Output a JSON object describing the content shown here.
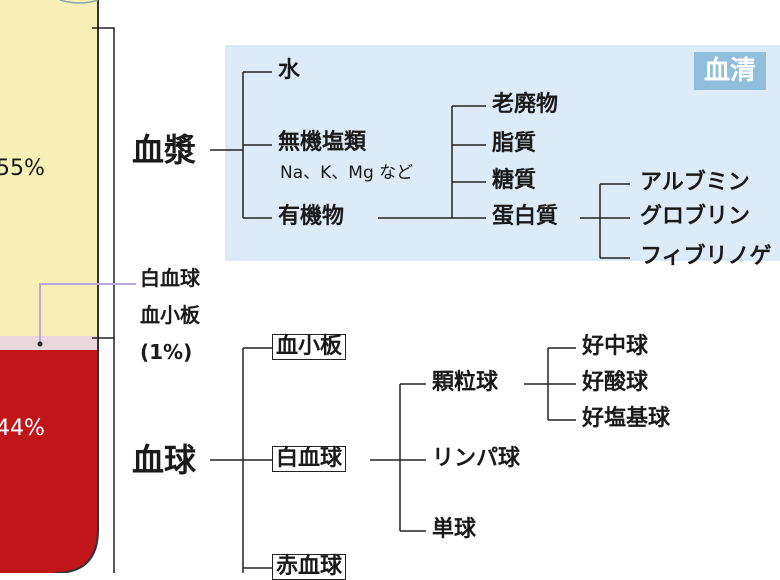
{
  "tube": {
    "plasma_percent": "55%",
    "cells_percent": "44%",
    "plasma_fill": "#f6efb6",
    "cells_fill": "#c0161a",
    "buffy_fill": "#e8d8de"
  },
  "buffy": {
    "line1": "白血球",
    "line2": "血小板",
    "line3": "(1%)"
  },
  "plasma": {
    "title": "血漿",
    "serum_label": "血清",
    "serum_color": "#ddeaf7",
    "water": "水",
    "inorganic": "無機塩類",
    "inorganic_examples": "Na、K、Mg など",
    "organic": "有機物",
    "organic_items": [
      "老廃物",
      "脂質",
      "糖質",
      "蛋白質"
    ],
    "protein_items": [
      "アルブミン",
      "グロブリン",
      "フィブリノゲ"
    ]
  },
  "cells": {
    "title": "血球",
    "platelet": "血小板",
    "wbc": "白血球",
    "rbc": "赤血球",
    "granulocyte": "顆粒球",
    "granulocyte_types": [
      "好中球",
      "好酸球",
      "好塩基球"
    ],
    "lymphocyte": "リンパ球",
    "monocyte": "単球"
  }
}
